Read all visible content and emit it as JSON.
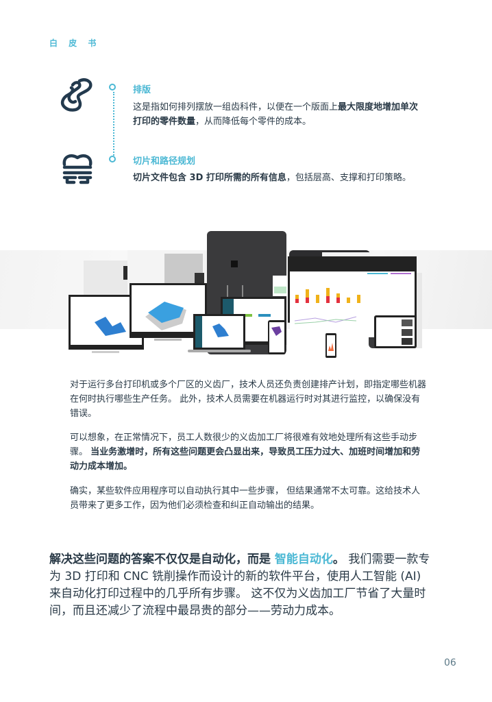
{
  "header": {
    "label": "白 皮 书"
  },
  "colors": {
    "accent": "#4bb8d4",
    "text": "#2a3a47",
    "icon": "#233a4e"
  },
  "features": [
    {
      "icon": "nesting-icon",
      "title": "排版",
      "body_plain_1": "这是指如何排列摆放一组齿科件，以便在一个版面上",
      "body_bold": "最大限度地增加单次打印的零件数量",
      "body_plain_2": "，从而降低每个零件的成本。"
    },
    {
      "icon": "tooth-slice-icon",
      "title": "切片和路径规划",
      "body_bold": "切片文件包含 3D 打印所需的所有信息",
      "body_plain_2": "，包括层高、支撑和打印策略。"
    }
  ],
  "hero_image": {
    "description": "3D printers, CNC mills and monitors/laptop/tablets/phones showing software dashboards",
    "devices": [
      "printer",
      "printer",
      "printer",
      "printer",
      "printer",
      "monitor",
      "monitor",
      "laptop",
      "monitor",
      "tablet",
      "phone",
      "tablet"
    ]
  },
  "paragraphs": [
    {
      "plain": "对于运行多台打印机或多个厂区的义齿厂，技术人员还负责创建排产计划，即指定哪些机器在何时执行哪些生产任务。 此外，技术人员需要在机器运行时对其进行监控，以确保没有错误。"
    },
    {
      "plain": "可以想象，在正常情况下，员工人数很少的义齿加工厂将很难有效地处理所有这些手动步骤。 ",
      "bold": "当业务激增时，所有这些问题更会凸显出来，导致员工压力过大、加班时间增加和劳动力成本增加。"
    },
    {
      "plain": "确实，某些软件应用程序可以自动执行其中一些步骤， 但结果通常不太可靠。这给技术人员带来了更多工作，因为他们必须检查和纠正自动输出的结果。"
    }
  ],
  "conclusion": {
    "bold": "解决这些问题的答案不仅仅是自动化，而是 ",
    "accent": "智能自动化",
    "bold_end": "。",
    "rest": " 我们需要一款专为 3D 打印和 CNC 铣削操作而设计的新的软件平台，使用人工智能 (AI) 来自动化打印过程中的几乎所有步骤。 这不仅为义齿加工厂节省了大量时间，而且还减少了流程中最昂贵的部分——劳动力成本。"
  },
  "page_number": "06"
}
